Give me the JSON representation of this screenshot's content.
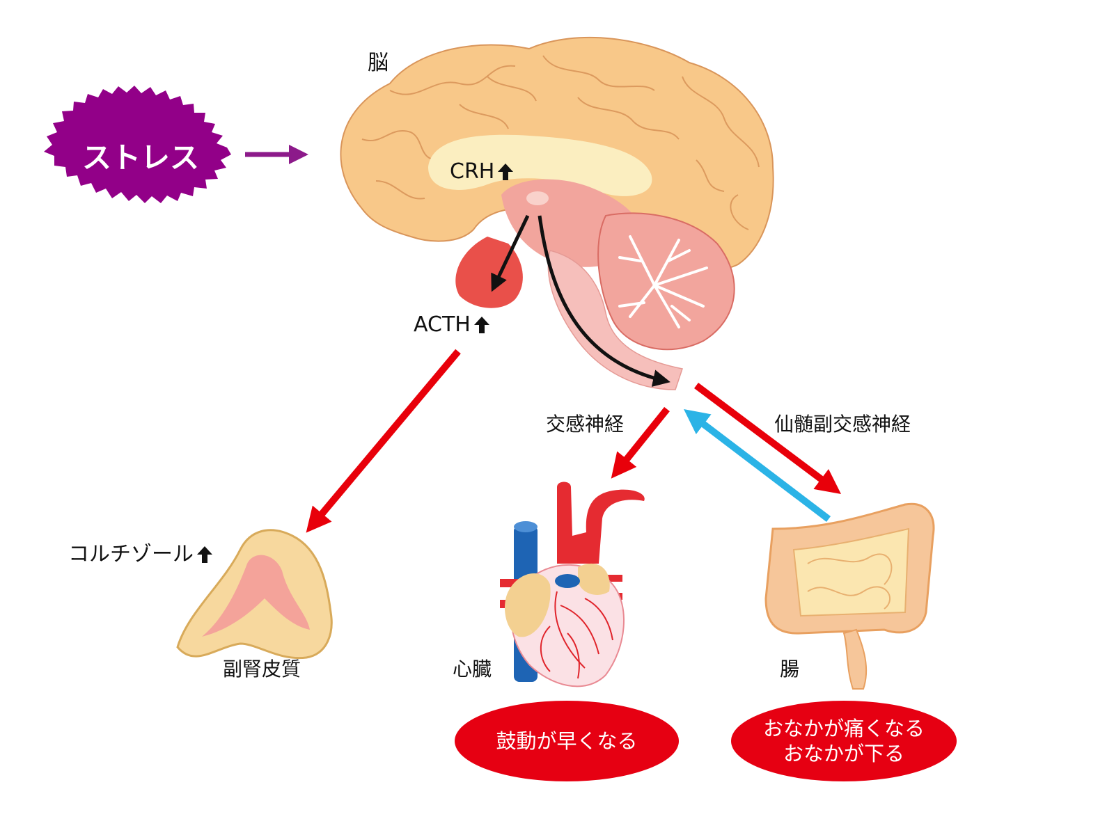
{
  "labels": {
    "brain": "脳",
    "stress": "ストレス",
    "crh": "CRH",
    "acth": "ACTH",
    "cortisol": "コルチゾール",
    "adrenal_cortex": "副腎皮質",
    "sympathetic_nerve": "交感神経",
    "sacral_parasympathetic_nerve": "仙髄副交感神経",
    "heart": "心臓",
    "intestine": "腸"
  },
  "effects": {
    "heart": [
      "鼓動が早くなる"
    ],
    "intestine": [
      "おなかが痛くなる",
      "おなかが下る"
    ]
  },
  "colors": {
    "stress": "#920088",
    "stress_arrow": "#8c1a8a",
    "effect_arrow": "#e8000a",
    "feedback_arrow": "#2bb3e6",
    "bubble": "#e60012",
    "brain_cortex": "#f8c889",
    "brain_inner": "#f3a8a0",
    "adrenal": "#f7d89e",
    "intestine": "#f6c69a",
    "vein": "#1e64b4"
  }
}
